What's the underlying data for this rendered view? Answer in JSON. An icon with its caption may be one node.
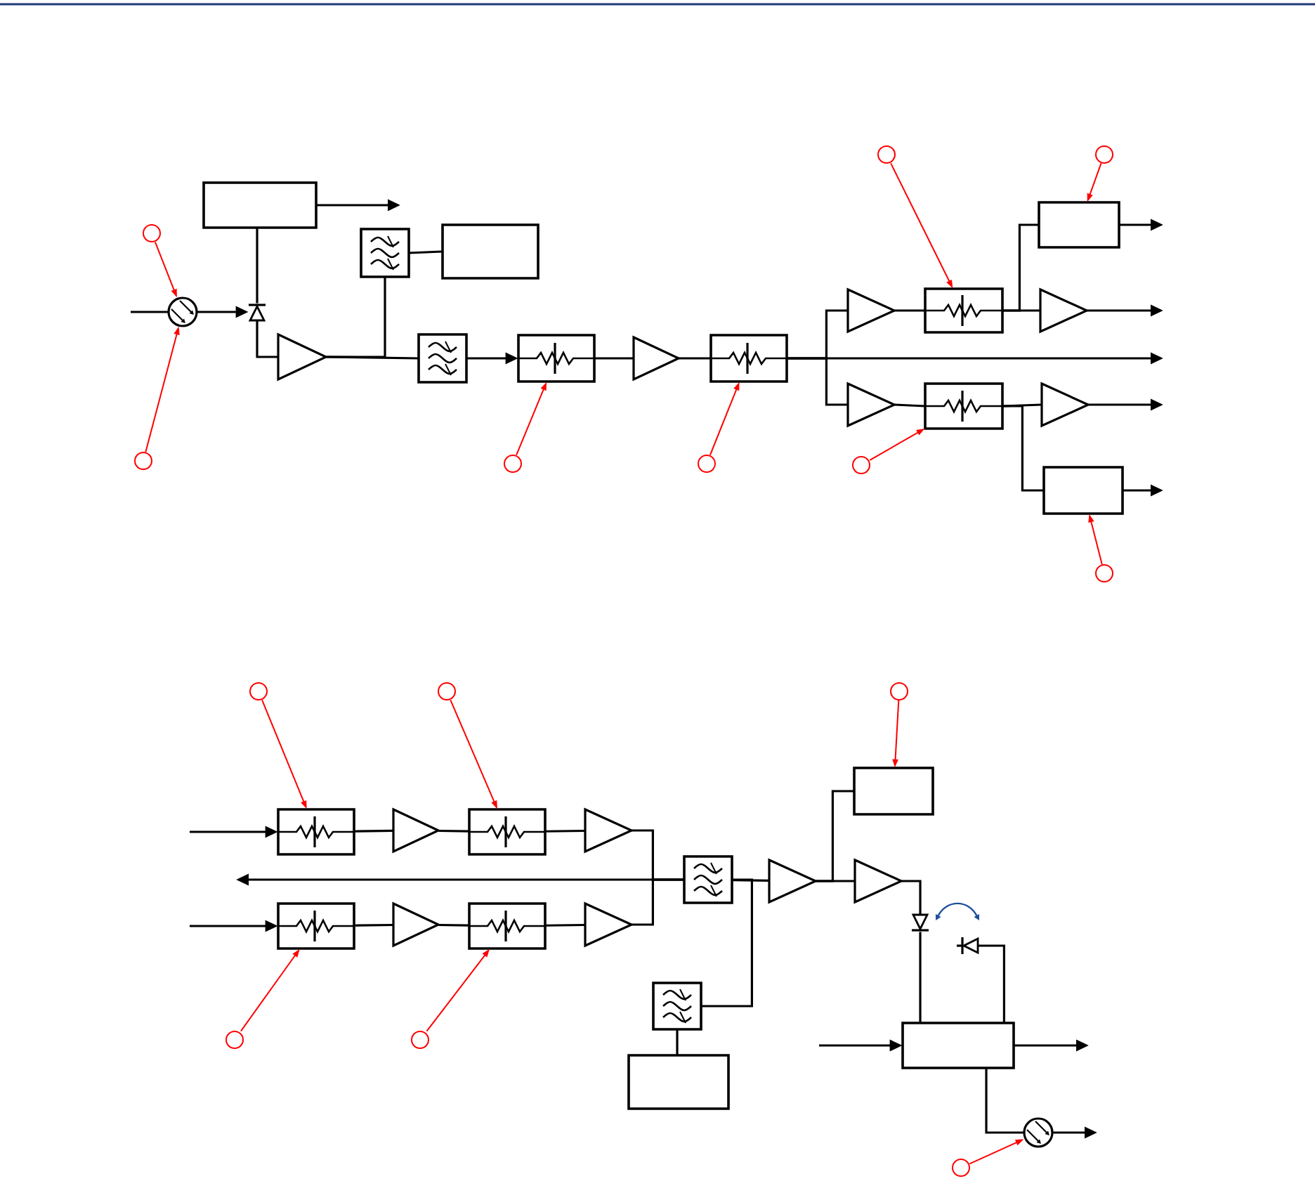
{
  "diagram": {
    "nodes": [
      {
        "text": [],
        "shape": "circle"
      },
      {
        "text": [],
        "shape": "box"
      },
      {
        "text": [],
        "shape": "connector"
      },
      {
        "text": [],
        "shape": "diode"
      },
      {
        "text": [],
        "shape": "circle"
      },
      {
        "text": [],
        "shape": "amplifier"
      },
      {
        "text": [],
        "shape": "filter"
      },
      {
        "text": [],
        "shape": "box"
      },
      {
        "text": [],
        "shape": "filter"
      },
      {
        "text": [],
        "shape": "attenuator"
      },
      {
        "text": [],
        "shape": "circle"
      },
      {
        "text": [],
        "shape": "amplifier"
      },
      {
        "text": [],
        "shape": "attenuator"
      },
      {
        "text": [],
        "shape": "circle"
      },
      {
        "text": [],
        "shape": "circle"
      },
      {
        "text": [],
        "shape": "circle"
      },
      {
        "text": [],
        "shape": "box"
      },
      {
        "text": [],
        "shape": "amplifier"
      },
      {
        "text": [],
        "shape": "attenuator"
      },
      {
        "text": [],
        "shape": "amplifier"
      },
      {
        "text": [],
        "shape": "amplifier"
      },
      {
        "text": [],
        "shape": "attenuator"
      },
      {
        "text": [],
        "shape": "amplifier"
      },
      {
        "text": [],
        "shape": "circle"
      },
      {
        "text": [],
        "shape": "box"
      },
      {
        "text": [],
        "shape": "circle"
      },
      {
        "text": [],
        "shape": "circle"
      },
      {
        "text": [],
        "shape": "circle"
      },
      {
        "text": [],
        "shape": "circle"
      },
      {
        "text": [],
        "shape": "box"
      },
      {
        "text": [],
        "shape": "attenuator"
      },
      {
        "text": [],
        "shape": "amplifier"
      },
      {
        "text": [],
        "shape": "attenuator"
      },
      {
        "text": [],
        "shape": "amplifier"
      },
      {
        "text": [],
        "shape": "filter"
      },
      {
        "text": [],
        "shape": "amplifier"
      },
      {
        "text": [],
        "shape": "amplifier"
      },
      {
        "text": [],
        "shape": "attenuator"
      },
      {
        "text": [],
        "shape": "amplifier"
      },
      {
        "text": [],
        "shape": "attenuator"
      },
      {
        "text": [],
        "shape": "amplifier"
      },
      {
        "text": [],
        "shape": "diode"
      },
      {
        "text": [],
        "shape": "diode"
      },
      {
        "text": [],
        "shape": "filter"
      },
      {
        "text": [],
        "shape": "circle"
      },
      {
        "text": [],
        "shape": "circle"
      },
      {
        "text": [],
        "shape": "box"
      },
      {
        "text": [],
        "shape": "box"
      },
      {
        "text": [],
        "shape": "connector"
      },
      {
        "text": [],
        "shape": "circle"
      }
    ],
    "edges": [
      {
        "from": null,
        "to": 2,
        "arrow": "none"
      },
      {
        "from": 2,
        "to": 3,
        "arrow": "to"
      },
      {
        "from": 3,
        "to": 1,
        "arrow": "none"
      },
      {
        "from": 3,
        "to": 5,
        "arrow": "none"
      },
      {
        "from": 1,
        "to": null,
        "arrow": "to"
      },
      {
        "from": 5,
        "to": 8,
        "arrow": "none"
      },
      {
        "from": 5,
        "to": 6,
        "arrow": "none"
      },
      {
        "from": 6,
        "to": 7,
        "arrow": "none"
      },
      {
        "from": 8,
        "to": 9,
        "arrow": "to"
      },
      {
        "from": 9,
        "to": 11,
        "arrow": "none"
      },
      {
        "from": 11,
        "to": 12,
        "arrow": "none"
      },
      {
        "from": 12,
        "to": 17,
        "arrow": "none"
      },
      {
        "from": 12,
        "to": null,
        "arrow": "to"
      },
      {
        "from": 12,
        "to": 20,
        "arrow": "none"
      },
      {
        "from": 17,
        "to": 18,
        "arrow": "none"
      },
      {
        "from": 18,
        "to": 16,
        "arrow": "none"
      },
      {
        "from": 18,
        "to": 19,
        "arrow": "none"
      },
      {
        "from": 16,
        "to": null,
        "arrow": "to"
      },
      {
        "from": 19,
        "to": null,
        "arrow": "to"
      },
      {
        "from": 20,
        "to": 21,
        "arrow": "none"
      },
      {
        "from": 21,
        "to": 22,
        "arrow": "none"
      },
      {
        "from": 21,
        "to": 24,
        "arrow": "none"
      },
      {
        "from": 22,
        "to": null,
        "arrow": "to"
      },
      {
        "from": 24,
        "to": null,
        "arrow": "to"
      },
      {
        "from": 0,
        "to": 2,
        "arrow": "to",
        "color": "#ff0000"
      },
      {
        "from": 4,
        "to": 2,
        "arrow": "to",
        "color": "#ff0000"
      },
      {
        "from": 10,
        "to": 9,
        "arrow": "to",
        "color": "#ff0000"
      },
      {
        "from": 13,
        "to": 12,
        "arrow": "to",
        "color": "#ff0000"
      },
      {
        "from": 14,
        "to": 18,
        "arrow": "to",
        "color": "#ff0000"
      },
      {
        "from": 15,
        "to": 16,
        "arrow": "to",
        "color": "#ff0000"
      },
      {
        "from": 23,
        "to": 21,
        "arrow": "to",
        "color": "#ff0000"
      },
      {
        "from": 25,
        "to": 24,
        "arrow": "to",
        "color": "#ff0000"
      },
      {
        "from": null,
        "to": 30,
        "arrow": "to"
      },
      {
        "from": 30,
        "to": 31,
        "arrow": "none"
      },
      {
        "from": 31,
        "to": 32,
        "arrow": "none"
      },
      {
        "from": 32,
        "to": 33,
        "arrow": "none"
      },
      {
        "from": null,
        "to": 37,
        "arrow": "to"
      },
      {
        "from": 37,
        "to": 38,
        "arrow": "none"
      },
      {
        "from": 38,
        "to": 39,
        "arrow": "none"
      },
      {
        "from": 39,
        "to": 40,
        "arrow": "none"
      },
      {
        "from": 33,
        "to": 34,
        "arrow": "none"
      },
      {
        "from": 40,
        "to": 34,
        "arrow": "none"
      },
      {
        "from": 34,
        "to": null,
        "arrow": "to"
      },
      {
        "from": 34,
        "to": 35,
        "arrow": "none"
      },
      {
        "from": 34,
        "to": 43,
        "arrow": "none"
      },
      {
        "from": 43,
        "to": 47,
        "arrow": "none"
      },
      {
        "from": 35,
        "to": 36,
        "arrow": "none"
      },
      {
        "from": 35,
        "to": 29,
        "arrow": "none"
      },
      {
        "from": 36,
        "to": 41,
        "arrow": "none"
      },
      {
        "from": 41,
        "to": 46,
        "arrow": "none"
      },
      {
        "from": 42,
        "to": 46,
        "arrow": "none"
      },
      {
        "from": null,
        "to": 46,
        "arrow": "to"
      },
      {
        "from": 46,
        "to": null,
        "arrow": "to"
      },
      {
        "from": 46,
        "to": 48,
        "arrow": "none"
      },
      {
        "from": 48,
        "to": null,
        "arrow": "to"
      },
      {
        "from": 26,
        "to": 30,
        "arrow": "to",
        "color": "#ff0000"
      },
      {
        "from": 27,
        "to": 32,
        "arrow": "to",
        "color": "#ff0000"
      },
      {
        "from": 44,
        "to": 37,
        "arrow": "to",
        "color": "#ff0000"
      },
      {
        "from": 45,
        "to": 39,
        "arrow": "to",
        "color": "#ff0000"
      },
      {
        "from": 28,
        "to": 29,
        "arrow": "to",
        "color": "#ff0000"
      },
      {
        "from": 49,
        "to": 48,
        "arrow": "to",
        "color": "#ff0000"
      }
    ]
  }
}
